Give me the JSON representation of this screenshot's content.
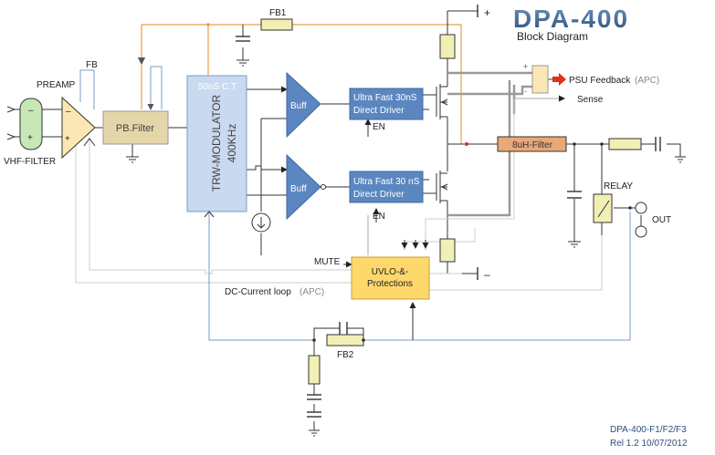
{
  "header": {
    "title": "DPA-400",
    "subtitle": "Block Diagram"
  },
  "footer": {
    "model": "DPA-400-F1/F2/F3",
    "release": "Rel 1.2  10/07/2012"
  },
  "blocks": {
    "pb_filter": "PB.Filter",
    "modulator_line1": "50nS C.T",
    "modulator_line2": "TRW-MODULATOR",
    "modulator_line3": "400KHz",
    "buff_top": "Buff",
    "buff_bottom": "Buff",
    "driver_top_line1": "Ultra Fast 30nS",
    "driver_top_line2": "Direct Driver",
    "driver_bottom_line1": "Ultra Fast 30 nS",
    "driver_bottom_line2": "Direct Driver",
    "output_filter": "8uH-Filter",
    "uvlo_line1": "UVLO-&-",
    "uvlo_line2": "Protections"
  },
  "labels": {
    "preamp": "PREAMP",
    "fb": "FB",
    "fb1": "FB1",
    "fb2": "FB2",
    "vhf_filter": "VHF-FILTER",
    "en_top": "EN",
    "en_bottom": "EN",
    "mute": "MUTE",
    "relay": "RELAY",
    "out": "OUT",
    "sense": "Sense",
    "psu_feedback": "PSU Feedback",
    "psu_feedback_apc": "(APC)",
    "dc_loop": "DC-Current loop",
    "dc_loop_apc": "(APC)",
    "plus_rail": "+",
    "minus_rail": "–",
    "opamp_minus": "–",
    "opamp_plus": "+",
    "vhf_minus": "–",
    "vhf_plus": "+",
    "psu_plus": "+",
    "psu_minus": "-"
  },
  "colors": {
    "title": "#2b4f7a",
    "block_blue": "#5b86c0",
    "block_blue_dark": "#3d6aa6",
    "modulator_fill": "#c9d9ef",
    "pb_filter_fill": "#e4d6a8",
    "uvlo_fill": "#ffd86b",
    "output_filter_fill": "#e8a878",
    "preamp_fill": "#fbe7b3",
    "resistor_fill": "#f2efb4",
    "fb_wire": "#e8a04c",
    "blue_wire": "#7a9cc4",
    "gray_wire": "#9a9a9a",
    "arrow_red": "#e03020",
    "footer_text": "#2b4f7a"
  }
}
